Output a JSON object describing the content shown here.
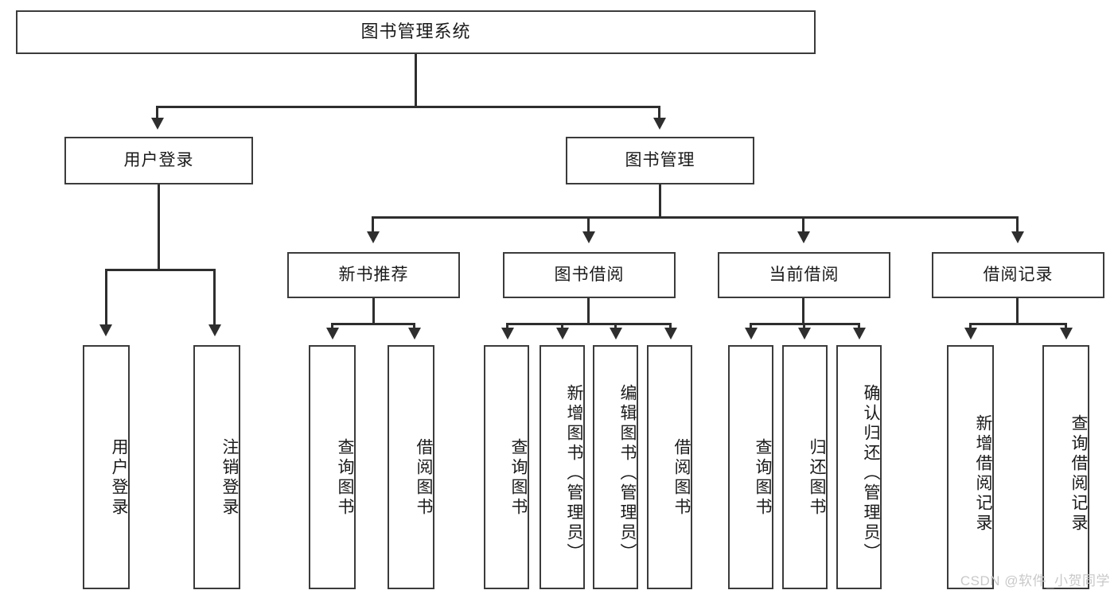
{
  "diagram": {
    "title": "图书管理系统",
    "type": "tree-hierarchy",
    "watermark": "CSDN @软件_小贺同学",
    "colors": {
      "border": "#3b3b3b",
      "connector": "#2e2e2e",
      "background": "#ffffff",
      "text": "#1a1a1a",
      "watermark": "#c9c9c9"
    },
    "root": {
      "label": "图书管理系统"
    },
    "level2": [
      {
        "label": "用户登录"
      },
      {
        "label": "图书管理"
      }
    ],
    "level3": [
      {
        "label": "新书推荐"
      },
      {
        "label": "图书借阅"
      },
      {
        "label": "当前借阅"
      },
      {
        "label": "借阅记录"
      }
    ],
    "leaves": {
      "user_login": [
        {
          "label": "用户登录"
        },
        {
          "label": "注销登录"
        }
      ],
      "new_book_recommend": [
        {
          "label": "查询图书"
        },
        {
          "label": "借阅图书"
        }
      ],
      "book_borrow": [
        {
          "label": "查询图书"
        },
        {
          "label": "新增图书（管理员）"
        },
        {
          "label": "编辑图书（管理员）"
        },
        {
          "label": "借阅图书"
        }
      ],
      "current_borrow": [
        {
          "label": "查询图书"
        },
        {
          "label": "归还图书"
        },
        {
          "label": "确认归还（管理员）"
        }
      ],
      "borrow_record": [
        {
          "label": "新增借阅记录"
        },
        {
          "label": "查询借阅记录"
        }
      ]
    }
  }
}
